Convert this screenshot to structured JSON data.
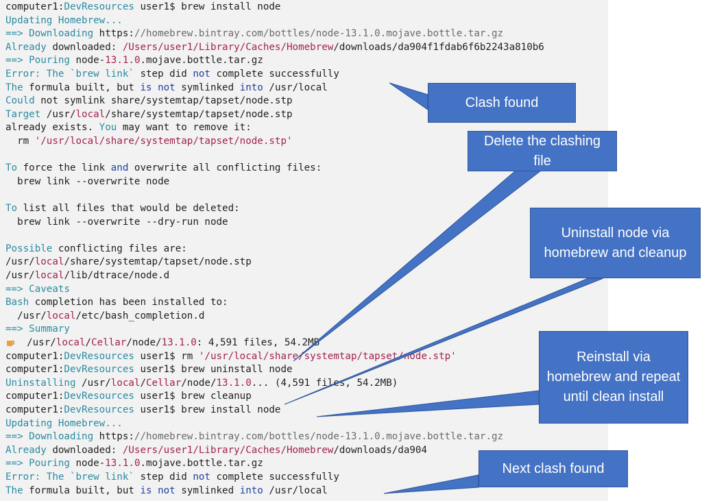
{
  "palette": {
    "terminal_bg": "#f2f2f2",
    "plain": "#1e1e1e",
    "keyword": "#2a8aa0",
    "path": "#a2224e",
    "command": "#1f3f9f",
    "callout_fill": "#4472c4",
    "callout_border": "#2f5597"
  },
  "terminal_lines": [
    [
      {
        "t": "computer1:",
        "c": "plain"
      },
      {
        "t": "DevResources",
        "c": "blue"
      },
      {
        "t": " user1$ brew install node",
        "c": "plain"
      }
    ],
    [
      {
        "t": "Updating Homebrew...",
        "c": "blue"
      }
    ],
    [
      {
        "t": "==> Downloading ",
        "c": "blue"
      },
      {
        "t": "https:",
        "c": "plain"
      },
      {
        "t": "//homebrew.bintray.com/bottles/node-13.1.0.mojave.bottle.tar.gz",
        "c": "gray"
      }
    ],
    [
      {
        "t": "Already ",
        "c": "blue"
      },
      {
        "t": "downloaded: ",
        "c": "plain"
      },
      {
        "t": "/Users/user1/Library/Caches/Homebrew",
        "c": "red"
      },
      {
        "t": "/downloads/da904f1fdab6f6b2243a810b6",
        "c": "plain"
      }
    ],
    [
      {
        "t": "==> ",
        "c": "blue"
      },
      {
        "t": "Pouring ",
        "c": "blue"
      },
      {
        "t": "node-",
        "c": "plain"
      },
      {
        "t": "13.1.0",
        "c": "red"
      },
      {
        "t": ".mojave.bottle.tar.gz",
        "c": "plain"
      }
    ],
    [
      {
        "t": "Error: The `brew link` ",
        "c": "blue"
      },
      {
        "t": "step did ",
        "c": "plain"
      },
      {
        "t": "not",
        "c": "navy"
      },
      {
        "t": " complete successfully",
        "c": "plain"
      }
    ],
    [
      {
        "t": "The",
        "c": "blue"
      },
      {
        "t": " formula built, but ",
        "c": "plain"
      },
      {
        "t": "is not",
        "c": "navy"
      },
      {
        "t": " symlinked ",
        "c": "plain"
      },
      {
        "t": "into",
        "c": "navy"
      },
      {
        "t": " /usr/local",
        "c": "plain"
      }
    ],
    [
      {
        "t": "Could",
        "c": "blue"
      },
      {
        "t": " not symlink share/systemtap/tapset/node.stp",
        "c": "plain"
      }
    ],
    [
      {
        "t": "Target",
        "c": "blue"
      },
      {
        "t": " /usr/",
        "c": "plain"
      },
      {
        "t": "local",
        "c": "red"
      },
      {
        "t": "/share/systemtap/tapset/node.stp",
        "c": "plain"
      }
    ],
    [
      {
        "t": "already exists. ",
        "c": "plain"
      },
      {
        "t": "You",
        "c": "blue"
      },
      {
        "t": " may want to remove it:",
        "c": "plain"
      }
    ],
    [
      {
        "t": "  rm ",
        "c": "plain"
      },
      {
        "t": "'/usr/local/share/systemtap/tapset/node.stp'",
        "c": "red"
      }
    ],
    [],
    [
      {
        "t": "To",
        "c": "blue"
      },
      {
        "t": " force the link ",
        "c": "plain"
      },
      {
        "t": "and",
        "c": "navy"
      },
      {
        "t": " overwrite all conflicting files:",
        "c": "plain"
      }
    ],
    [
      {
        "t": "  brew link --overwrite node",
        "c": "plain"
      }
    ],
    [],
    [
      {
        "t": "To",
        "c": "blue"
      },
      {
        "t": " list all files that would be deleted:",
        "c": "plain"
      }
    ],
    [
      {
        "t": "  brew link --overwrite --dry-run node",
        "c": "plain"
      }
    ],
    [],
    [
      {
        "t": "Possible",
        "c": "blue"
      },
      {
        "t": " conflicting files are:",
        "c": "plain"
      }
    ],
    [
      {
        "t": "/usr/",
        "c": "plain"
      },
      {
        "t": "local",
        "c": "red"
      },
      {
        "t": "/share/systemtap/tapset/node.stp",
        "c": "plain"
      }
    ],
    [
      {
        "t": "/usr/",
        "c": "plain"
      },
      {
        "t": "local",
        "c": "red"
      },
      {
        "t": "/lib/dtrace/node.d",
        "c": "plain"
      }
    ],
    [
      {
        "t": "==> ",
        "c": "blue"
      },
      {
        "t": "Caveats",
        "c": "blue"
      }
    ],
    [
      {
        "t": "Bash",
        "c": "blue"
      },
      {
        "t": " completion has been installed to:",
        "c": "plain"
      }
    ],
    [
      {
        "t": "  /usr/",
        "c": "plain"
      },
      {
        "t": "local",
        "c": "red"
      },
      {
        "t": "/etc/bash_completion.d",
        "c": "plain"
      }
    ],
    [
      {
        "t": "==> ",
        "c": "blue"
      },
      {
        "t": "Summary",
        "c": "blue"
      }
    ],
    [
      {
        "t": "🍺",
        "c": "emoji"
      },
      {
        "t": "  /usr/",
        "c": "plain"
      },
      {
        "t": "local",
        "c": "red"
      },
      {
        "t": "/",
        "c": "plain"
      },
      {
        "t": "Cellar",
        "c": "red"
      },
      {
        "t": "/node/",
        "c": "plain"
      },
      {
        "t": "13.1.0",
        "c": "red"
      },
      {
        "t": ": 4,591 files, 54.2MB",
        "c": "plain"
      }
    ],
    [
      {
        "t": "computer1:",
        "c": "plain"
      },
      {
        "t": "DevResources",
        "c": "blue"
      },
      {
        "t": " user1$ rm ",
        "c": "plain"
      },
      {
        "t": "'/usr/local/share/systemtap/tapset/node.stp'",
        "c": "red"
      }
    ],
    [
      {
        "t": "computer1:",
        "c": "plain"
      },
      {
        "t": "DevResources",
        "c": "blue"
      },
      {
        "t": " user1$ brew uninstall node",
        "c": "plain"
      }
    ],
    [
      {
        "t": "Uninstalling",
        "c": "blue"
      },
      {
        "t": " /usr/",
        "c": "plain"
      },
      {
        "t": "local",
        "c": "red"
      },
      {
        "t": "/",
        "c": "plain"
      },
      {
        "t": "Cellar",
        "c": "red"
      },
      {
        "t": "/node/",
        "c": "plain"
      },
      {
        "t": "13.1.0",
        "c": "red"
      },
      {
        "t": "... (4,591 files, 54.2MB)",
        "c": "plain"
      }
    ],
    [
      {
        "t": "computer1:",
        "c": "plain"
      },
      {
        "t": "DevResources",
        "c": "blue"
      },
      {
        "t": " user1$ brew cleanup",
        "c": "plain"
      }
    ],
    [
      {
        "t": "computer1:",
        "c": "plain"
      },
      {
        "t": "DevResources",
        "c": "blue"
      },
      {
        "t": " user1$ brew install node",
        "c": "plain"
      }
    ],
    [
      {
        "t": "Updating Homebrew...",
        "c": "blue"
      }
    ],
    [
      {
        "t": "==> Downloading ",
        "c": "blue"
      },
      {
        "t": "https:",
        "c": "plain"
      },
      {
        "t": "//homebrew.bintray.com/bottles/node-13.1.0.mojave.bottle.tar.gz",
        "c": "gray"
      }
    ],
    [
      {
        "t": "Already ",
        "c": "blue"
      },
      {
        "t": "downloaded: ",
        "c": "plain"
      },
      {
        "t": "/Users/user1/Library/Caches/Homebrew",
        "c": "red"
      },
      {
        "t": "/downloads/da904",
        "c": "plain"
      }
    ],
    [
      {
        "t": "==> ",
        "c": "blue"
      },
      {
        "t": "Pouring ",
        "c": "blue"
      },
      {
        "t": "node-",
        "c": "plain"
      },
      {
        "t": "13.1.0",
        "c": "red"
      },
      {
        "t": ".mojave.bottle.tar.gz",
        "c": "plain"
      }
    ],
    [
      {
        "t": "Error: The `brew link` ",
        "c": "blue"
      },
      {
        "t": "step did ",
        "c": "plain"
      },
      {
        "t": "not",
        "c": "navy"
      },
      {
        "t": " complete successfully",
        "c": "plain"
      }
    ],
    [
      {
        "t": "The",
        "c": "blue"
      },
      {
        "t": " formula built, but ",
        "c": "plain"
      },
      {
        "t": "is not",
        "c": "navy"
      },
      {
        "t": " symlinked ",
        "c": "plain"
      },
      {
        "t": "into",
        "c": "navy"
      },
      {
        "t": " /usr/local",
        "c": "plain"
      }
    ]
  ],
  "callouts": {
    "clash_found": "Clash found",
    "delete_file": "Delete the clashing file",
    "uninstall": "Uninstall node via homebrew and cleanup",
    "reinstall": "Reinstall via homebrew and repeat until clean install",
    "next_clash": "Next clash found"
  }
}
